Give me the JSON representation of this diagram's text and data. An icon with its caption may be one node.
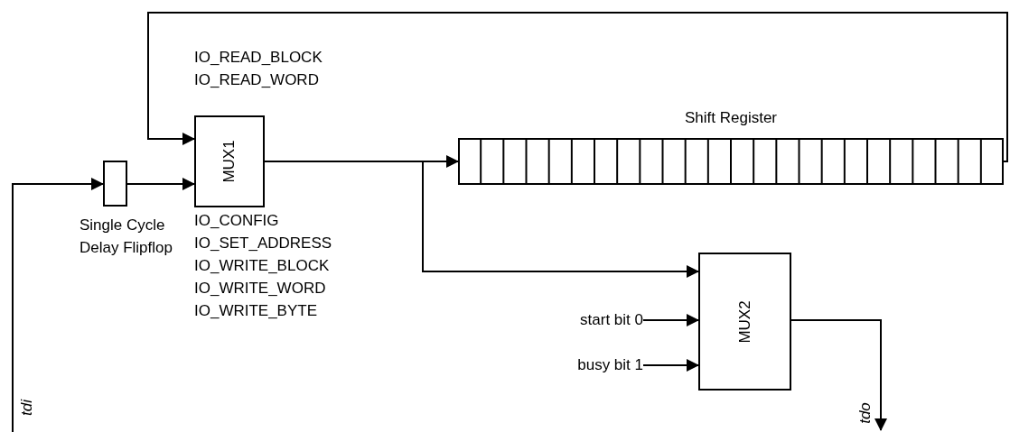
{
  "diagram": {
    "nodes": [
      {
        "text": [
          "MUX1"
        ]
      },
      {
        "text": [],
        "shape": "box",
        "beside": [
          "Single Cycle Delay Flipflop"
        ]
      },
      {
        "text": [
          "Shift Register"
        ]
      },
      {
        "text": [
          "MUX2"
        ]
      },
      {
        "text": [
          "start bit 0"
        ]
      },
      {
        "text": [
          "busy bit 1"
        ]
      }
    ],
    "edges": [
      {
        "from": null,
        "to": 1,
        "arrow": "to",
        "label": "tdi"
      },
      {
        "from": 1,
        "to": 0,
        "arrow": "to"
      },
      {
        "from": 0,
        "to": 2,
        "arrow": "to"
      },
      {
        "from": 0,
        "to": 3,
        "arrow": "to"
      },
      {
        "from": 2,
        "to": 0,
        "arrow": "to"
      },
      {
        "from": 4,
        "to": 3,
        "arrow": "to"
      },
      {
        "from": 5,
        "to": 3,
        "arrow": "to"
      },
      {
        "from": 3,
        "to": null,
        "arrow": "to",
        "label": "tdo"
      }
    ],
    "labels": [
      "IO_READ_BLOCK",
      "IO_READ_WORD",
      "IO_CONFIG",
      "IO_SET_ADDRESS",
      "IO_WRITE_BLOCK",
      "IO_WRITE_WORD",
      "IO_WRITE_BYTE"
    ]
  }
}
